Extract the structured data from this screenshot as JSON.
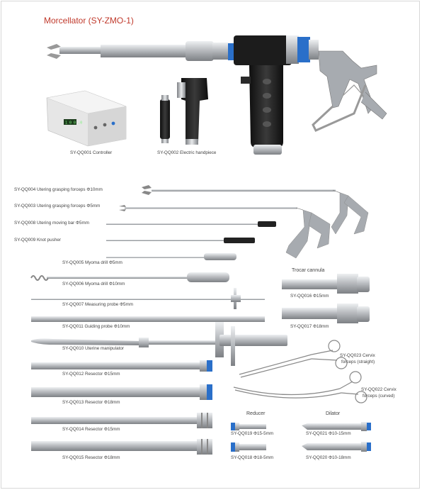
{
  "title": "Morcellator  (SY-ZMO-1)",
  "labels": {
    "qq001": "SY-QQ001  Controller",
    "qq002": "SY-QQ002  Electric handpiece",
    "qq004": "SY-QQ004 Utering grasping forceps  Φ10mm",
    "qq003": "SY-QQ003 Utering grasping forceps    Φ5mm",
    "qq008": "SY-QQ008 Utering moving bar  Φ5mm",
    "qq009": "SY-QQ009 Knot pusher",
    "qq005": "SY-QQ005  Myoma drill  Φ5mm",
    "qq006": "SY-QQ006 Myoma drill  Φ10mm",
    "qq007": "SY-QQ007  Measuring probe  Φ5mm",
    "qq011": "SY-QQ011  Guiding probe  Φ10mm",
    "qq010": "SY-QQ010  Uterine manipulator",
    "qq012": "SY-QQ012  Resector Φ15mm",
    "qq013": "SY-QQ013  Resector Φ18mm",
    "qq014": "SY-QQ014  Resector Φ15mm",
    "qq015": "SY-QQ015  Resector Φ18mm",
    "trocar": "Trocar cannula",
    "qq016": "SY-QQ016    Φ15mm",
    "qq017": "SY-QQ017    Φ18mm",
    "qq023_a": "SY-QQ023  Cervix",
    "qq023_b": "forceps (straight)",
    "qq022_a": "SY-QQ022  Cervix",
    "qq022_b": "forceps (curved)",
    "reducer": "Reducer",
    "dilator": "Dilator",
    "qq019": "SY-QQ019  Φ15-5mm",
    "qq018": "SY-QQ018  Φ18-5mm",
    "qq021": "SY-QQ021  Φ10-15mm",
    "qq020": "SY-QQ020  Φ10-18mm"
  },
  "colors": {
    "title": "#c0392b",
    "steel": "#b9bcc0",
    "steel_dark": "#7d8084",
    "handle_black": "#1c1c1c",
    "ring_blue": "#2a6fc9"
  },
  "icons": {
    "controller_display": "1 0 0 0 . 0"
  }
}
